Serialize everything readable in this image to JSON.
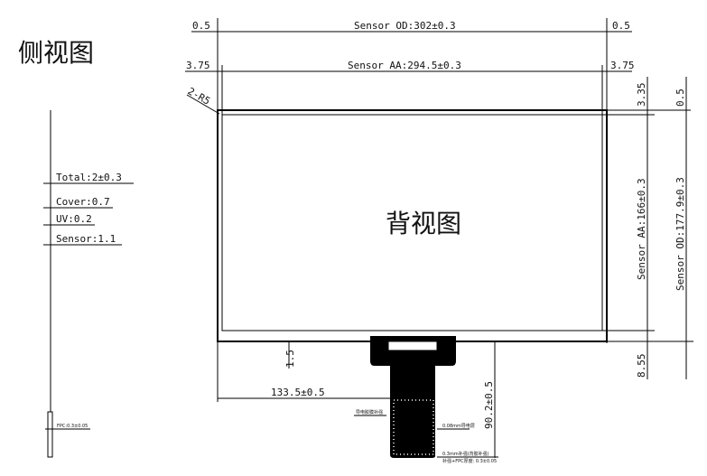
{
  "titles": {
    "side_view": "侧视图",
    "back_view": "背视图"
  },
  "dimensions": {
    "od_left_margin": "0.5",
    "od_width": "Sensor OD:302±0.3",
    "od_right_margin": "0.5",
    "aa_left_margin": "3.75",
    "aa_width": "Sensor AA:294.5±0.3",
    "aa_right_margin": "3.75",
    "corner_radius": "2-R5",
    "top_aa_margin": "3.35",
    "top_od_margin": "0.5",
    "aa_height": "Sensor AA:166±0.3",
    "od_height": "Sensor OD:177.9±0.3",
    "bottom_margin": "8.55",
    "fpc_offset": "1.5",
    "fpc_position": "133.5±0.5",
    "fpc_length": "90.2±0.5"
  },
  "side_view_labels": {
    "total": "Total:2±0.3",
    "cover": "Cover:0.7",
    "uv": "UV:0.2",
    "sensor": "Sensor:1.1",
    "fpc": "FPC:0.3±0.05"
  },
  "fpc_notes": {
    "adhesive": "导电胶膜补强",
    "conductive": "0.08mm导电层",
    "stiffener": "0.3mm补强(背胶补强)",
    "thickness": "补强+FPC厚度: 0.3±0.05"
  }
}
